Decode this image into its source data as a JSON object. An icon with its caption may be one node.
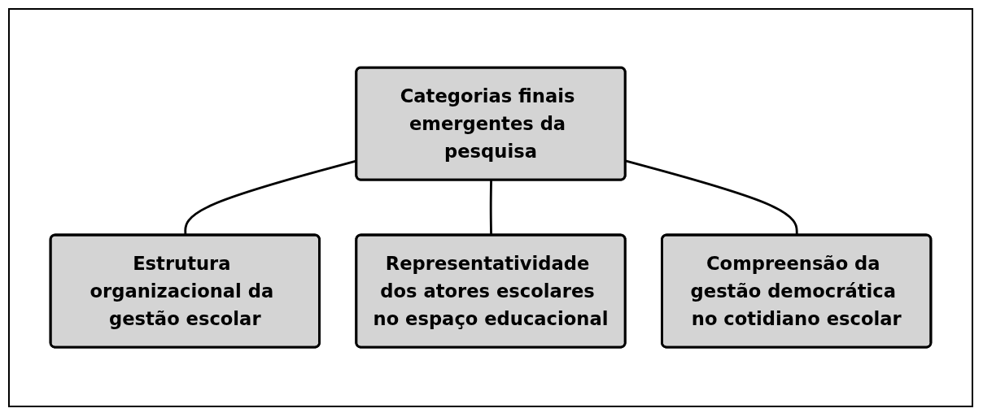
{
  "diagram": {
    "nodes": [
      {
        "text": [
          "Categorias finais emergentes da pesquisa"
        ]
      },
      {
        "text": [
          "Estrutura organizacional da gestão escolar"
        ]
      },
      {
        "text": [
          "Representatividade dos atores escolares no espaço educacional"
        ]
      },
      {
        "text": [
          "Compreensão da gestão democrática no cotidiano escolar"
        ]
      }
    ],
    "edges": [
      {
        "from": 0,
        "to": 1,
        "arrow": "none"
      },
      {
        "from": 0,
        "to": 2,
        "arrow": "none"
      },
      {
        "from": 0,
        "to": 3,
        "arrow": "none"
      }
    ]
  }
}
